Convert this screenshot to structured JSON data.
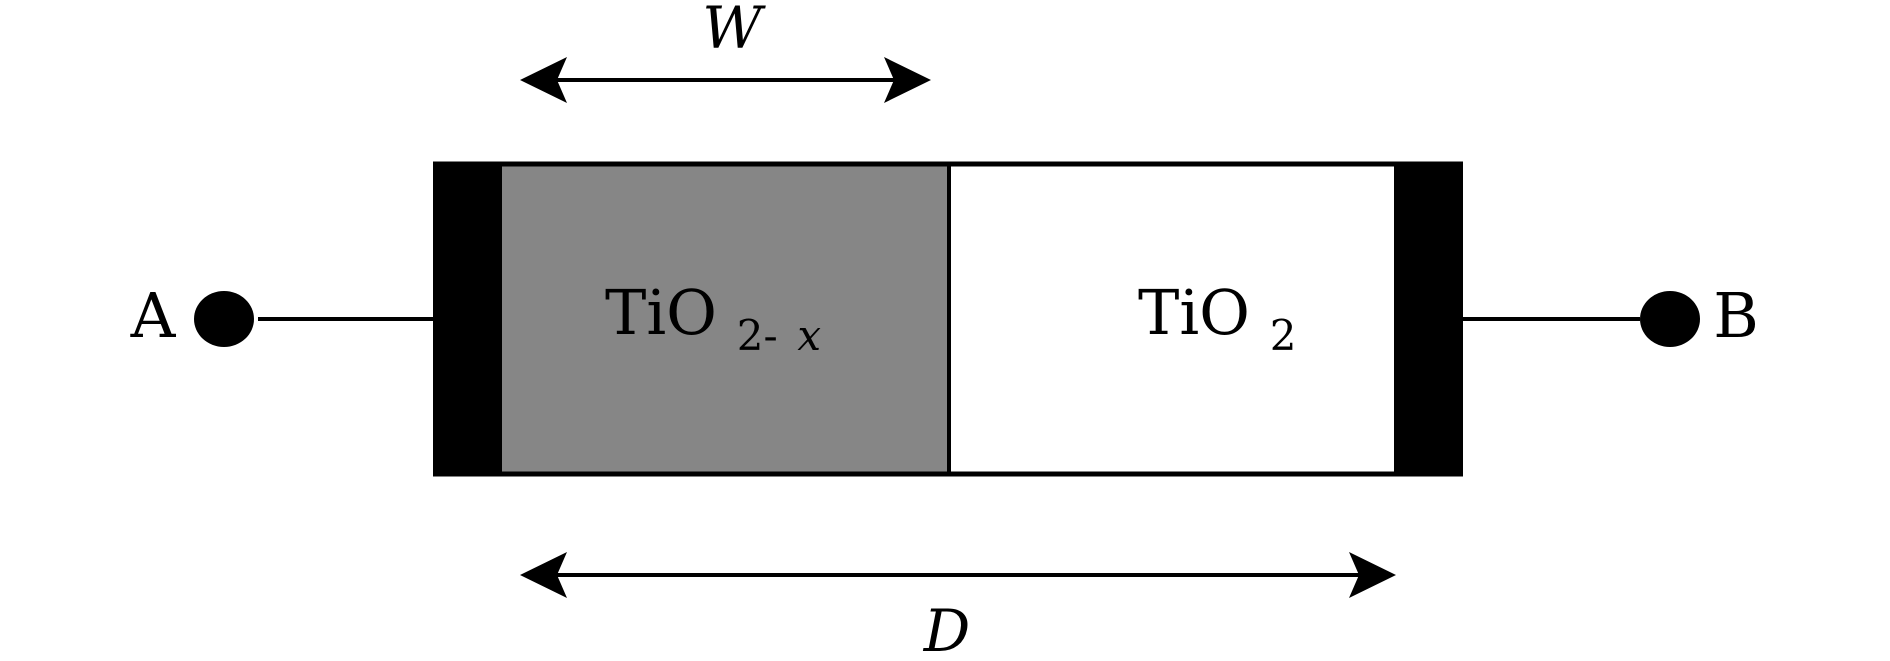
{
  "diagram": {
    "width_label": "W",
    "length_label": "D",
    "terminal_a": "A",
    "terminal_b": "B",
    "doped_region": {
      "base": "TiO",
      "subscript_number": "2-",
      "subscript_variable": "x"
    },
    "undoped_region": {
      "base": "TiO",
      "subscript": "2"
    }
  },
  "colors": {
    "electrode": "#000000",
    "doped_fill": "#868686",
    "undoped_fill": "#ffffff",
    "line": "#000000"
  }
}
